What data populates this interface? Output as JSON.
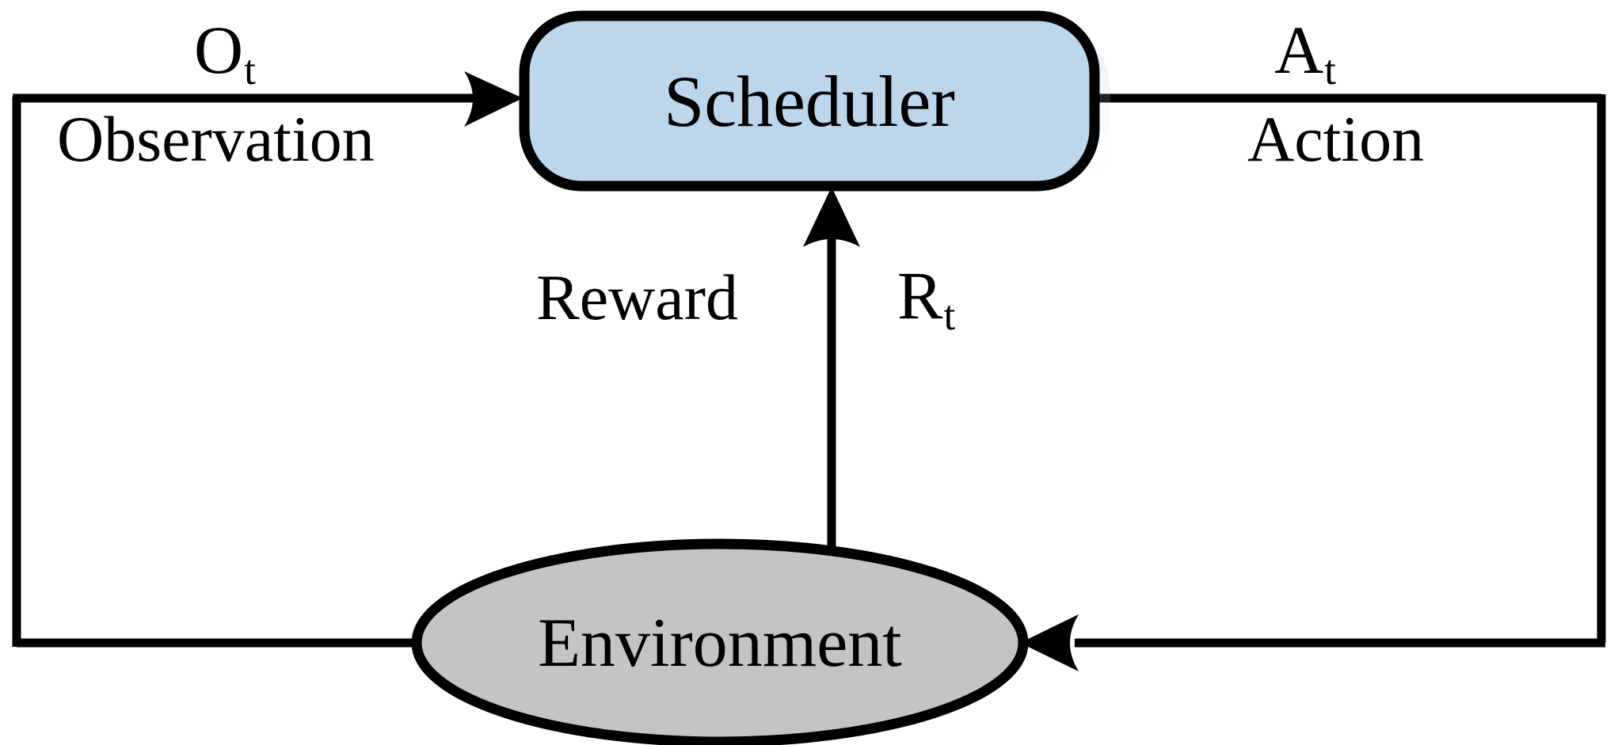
{
  "diagram": {
    "title": "Reinforcement learning scheduler loop",
    "type": "flow-diagram",
    "background_color": "#ffffff",
    "stroke_color": "#000000"
  },
  "nodes": [
    {
      "id": "scheduler",
      "label": "Scheduler",
      "shape": "rounded-rectangle",
      "fill": "#bcd6ec",
      "stroke": "#000000"
    },
    {
      "id": "environment",
      "label": "Environment",
      "shape": "ellipse",
      "fill": "#c4c4c4",
      "stroke": "#000000"
    }
  ],
  "edges": [
    {
      "id": "observation",
      "from": "environment",
      "to": "scheduler",
      "symbol": "O",
      "subscript": "t",
      "name": "Observation",
      "arrow": "to-scheduler"
    },
    {
      "id": "action",
      "from": "scheduler",
      "to": "environment",
      "symbol": "A",
      "subscript": "t",
      "name": "Action",
      "arrow": "to-environment"
    },
    {
      "id": "reward",
      "from": "environment",
      "to": "scheduler",
      "symbol": "R",
      "subscript": "t",
      "name": "Reward",
      "arrow": "to-scheduler"
    }
  ],
  "labels": {
    "observation_symbol": "O",
    "observation_subscript": "t",
    "observation_word": "Observation",
    "action_symbol": "A",
    "action_subscript": "t",
    "action_word": "Action",
    "reward_symbol": "R",
    "reward_subscript": "t",
    "reward_word": "Reward",
    "scheduler": "Scheduler",
    "environment": "Environment"
  },
  "colors": {
    "scheduler_fill": "#bcd6ec",
    "environment_fill": "#c4c4c4",
    "line": "#000000",
    "background": "#ffffff"
  }
}
